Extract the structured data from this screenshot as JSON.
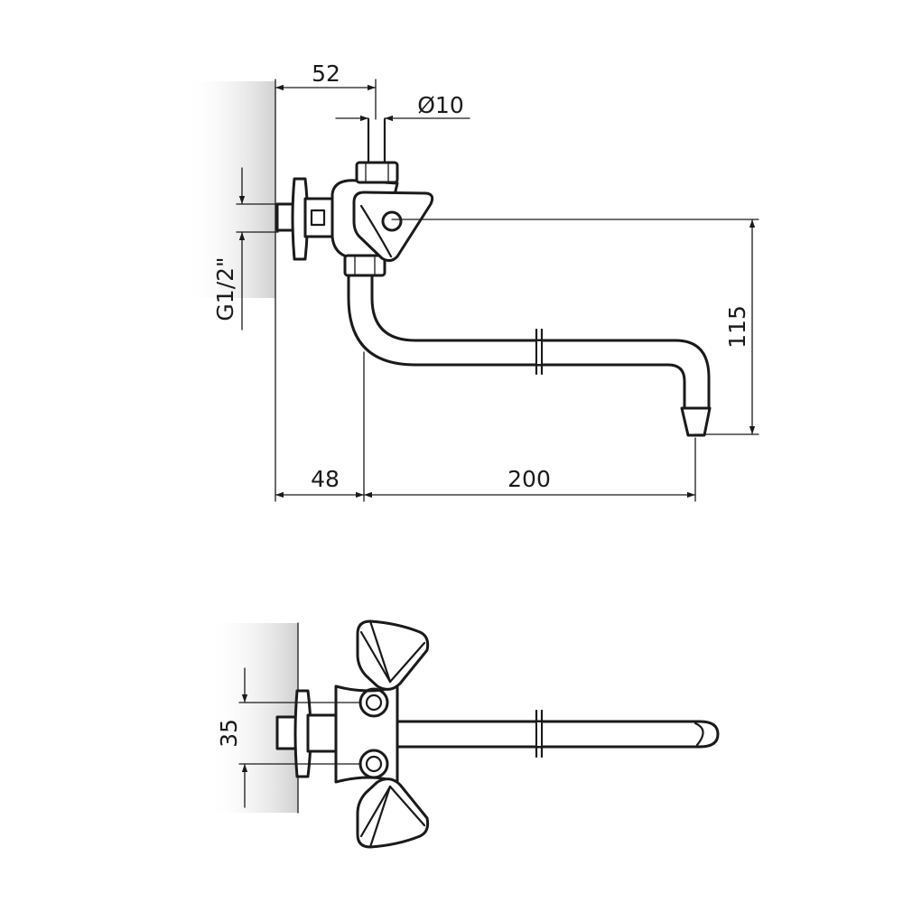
{
  "dimensions": {
    "top_width": "52",
    "diameter": "Ø10",
    "thread": "G1/2\"",
    "height": "115",
    "wall_offset": "48",
    "spout_length": "200",
    "handle_spacing": "35"
  }
}
